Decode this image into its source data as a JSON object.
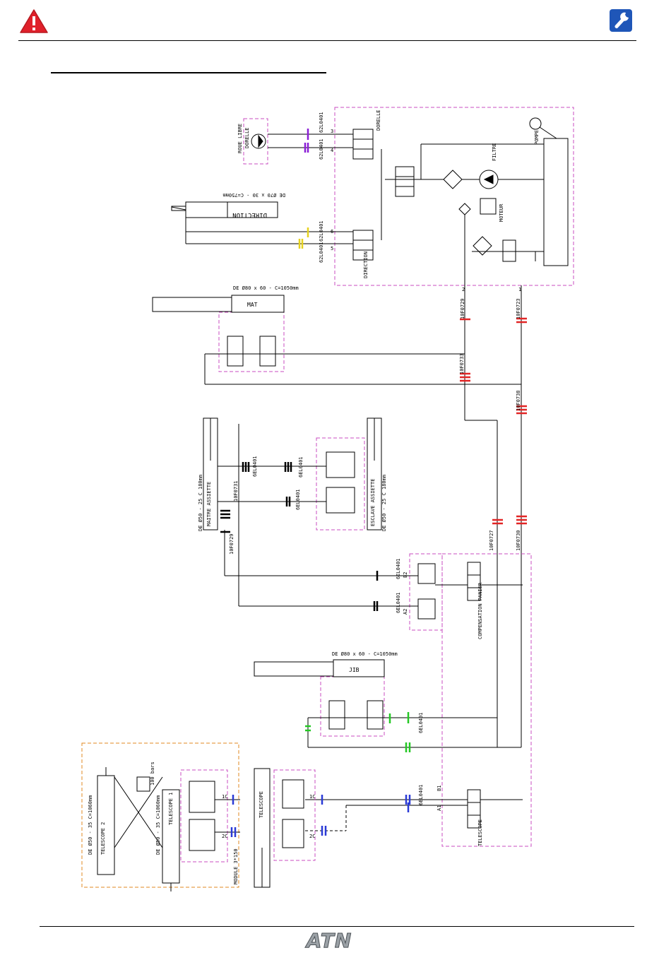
{
  "header": {
    "warning_icon": "warning-triangle-icon",
    "tool_icon": "wrench-icon",
    "warning_color": "#e0202a",
    "tool_color": "#1f56b8"
  },
  "footer": {
    "logo_text": "ATN"
  },
  "components": {
    "roue_libre": "ROUE LIBRE",
    "dorelle": "DORELLE",
    "direction": "DIRECTION",
    "direction_spec": "DE Ø70 x 30 - C=750mm",
    "filtre": "FILTRE",
    "pompe": "POMPE",
    "moteur": "MOTEUR",
    "mat": "MAT",
    "mat_spec": "DE Ø80 x 60 - C=1050mm",
    "maitre_assiette": "MAITRE ASSIETTE",
    "maitre_spec": "DE Ø50 - 25 C 180mm",
    "esclave_assiette": "ESCLAVE ASSIETTE",
    "esclave_spec": "DE Ø50 - 25 C 180mm",
    "compensation": "COMPENSATION PANIER",
    "jib": "JIB",
    "jib_spec": "DE Ø80 x 60 - C=1050mm",
    "telescope": "TELESCOPE",
    "telescope_1": "TELESCOPE 1",
    "telescope_2": "TELESCOPE 2",
    "tel1_spec": "DE Ø50 - 35 C=1060mm",
    "tel2_spec": "DE Ø50 - 35 C=1060mm",
    "pressure": "100 bars",
    "module": "MODULE 3*150"
  },
  "hoses": {
    "h1": "62L0401",
    "h2": "62L0401",
    "h3": "62L0401",
    "h4": "62L0401",
    "h5": "10F0729",
    "h6": "10F0723",
    "h7": "10F0733",
    "h8": "10F0738",
    "h9": "10F0727",
    "h10": "10F0730",
    "h11": "10F0731",
    "h12": "10F0729",
    "h13": "6EL0401",
    "h14": "6EL0401",
    "h15": "6EL0401",
    "h16": "6EL0401",
    "h17": "6EL0401",
    "h18": "6EL0401",
    "h19": "6EL0401"
  },
  "ports": {
    "p1": "1",
    "p2": "2",
    "p3": "3",
    "p4": "4",
    "p5": "5",
    "p6": "6",
    "p7": "B1",
    "p8": "A1",
    "p9": "B2",
    "p10": "A2",
    "p11": "1C",
    "p12": "2C"
  },
  "colors": {
    "magenta_box": "#c84dc0",
    "orange_box": "#e08a20",
    "purple_mark": "#8b1fd6",
    "yellow_mark": "#e6d21e",
    "red_mark": "#e12626",
    "green_mark": "#24c824",
    "blue_mark": "#2a3ad6"
  }
}
